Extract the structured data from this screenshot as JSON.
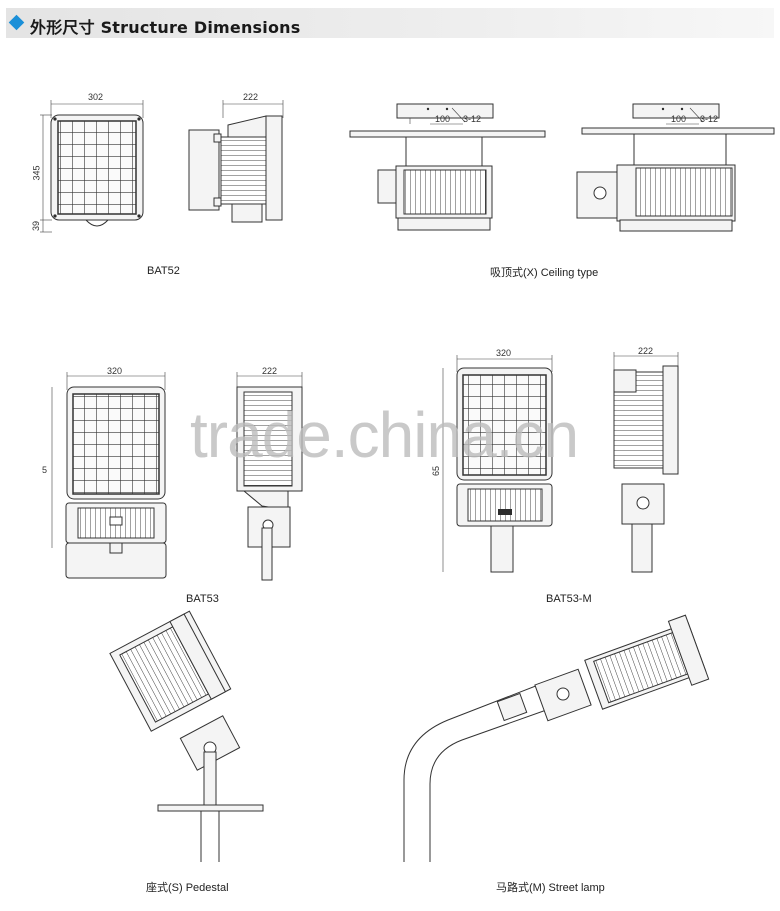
{
  "header": {
    "title": "外形尺寸 Structure Dimensions"
  },
  "bat52": {
    "caption": "BAT52",
    "width": "302",
    "height": "345",
    "base": "39",
    "depth": "222"
  },
  "ceiling": {
    "caption": "吸顶式(X) Ceiling type",
    "dim_a": "100",
    "dim_b": "3-12"
  },
  "bat53": {
    "caption": "BAT53",
    "width": "320",
    "depth": "222",
    "height_partial": "5"
  },
  "bat53m": {
    "caption": "BAT53-M",
    "width": "320",
    "depth": "222",
    "height_partial": "65"
  },
  "pedestal": {
    "caption": "座式(S) Pedestal"
  },
  "street": {
    "caption": "马路式(M) Street lamp"
  },
  "watermark": "trade.china.cn",
  "colors": {
    "accent": "#1a8fd8",
    "header_bg": "#e6e6e6",
    "line": "#333333"
  }
}
